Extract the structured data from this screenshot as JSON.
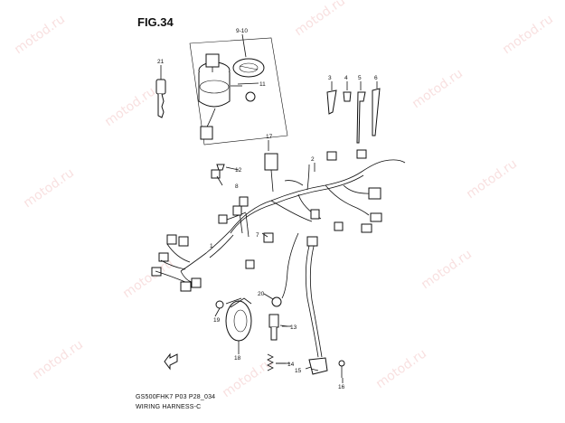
{
  "figure": {
    "title": "FIG.34",
    "caption_code": "GS500FHK7 P03 P28_034",
    "caption_name": "WIRING HARNESS-C"
  },
  "watermark": "motod.ru",
  "callouts": {
    "c1": "1",
    "c2": "2",
    "c3": "3",
    "c4": "4",
    "c5": "5",
    "c6": "6",
    "c7": "7",
    "c8": "8",
    "c9_10": "9-10",
    "c11": "11",
    "c12": "12",
    "c13": "13",
    "c14": "14",
    "c15": "15",
    "c16": "16",
    "c17": "17",
    "c18": "18",
    "c19": "19",
    "c20": "20",
    "c21": "21"
  },
  "colors": {
    "line": "#111111",
    "watermark": "#f4c8c8",
    "background": "#ffffff"
  }
}
